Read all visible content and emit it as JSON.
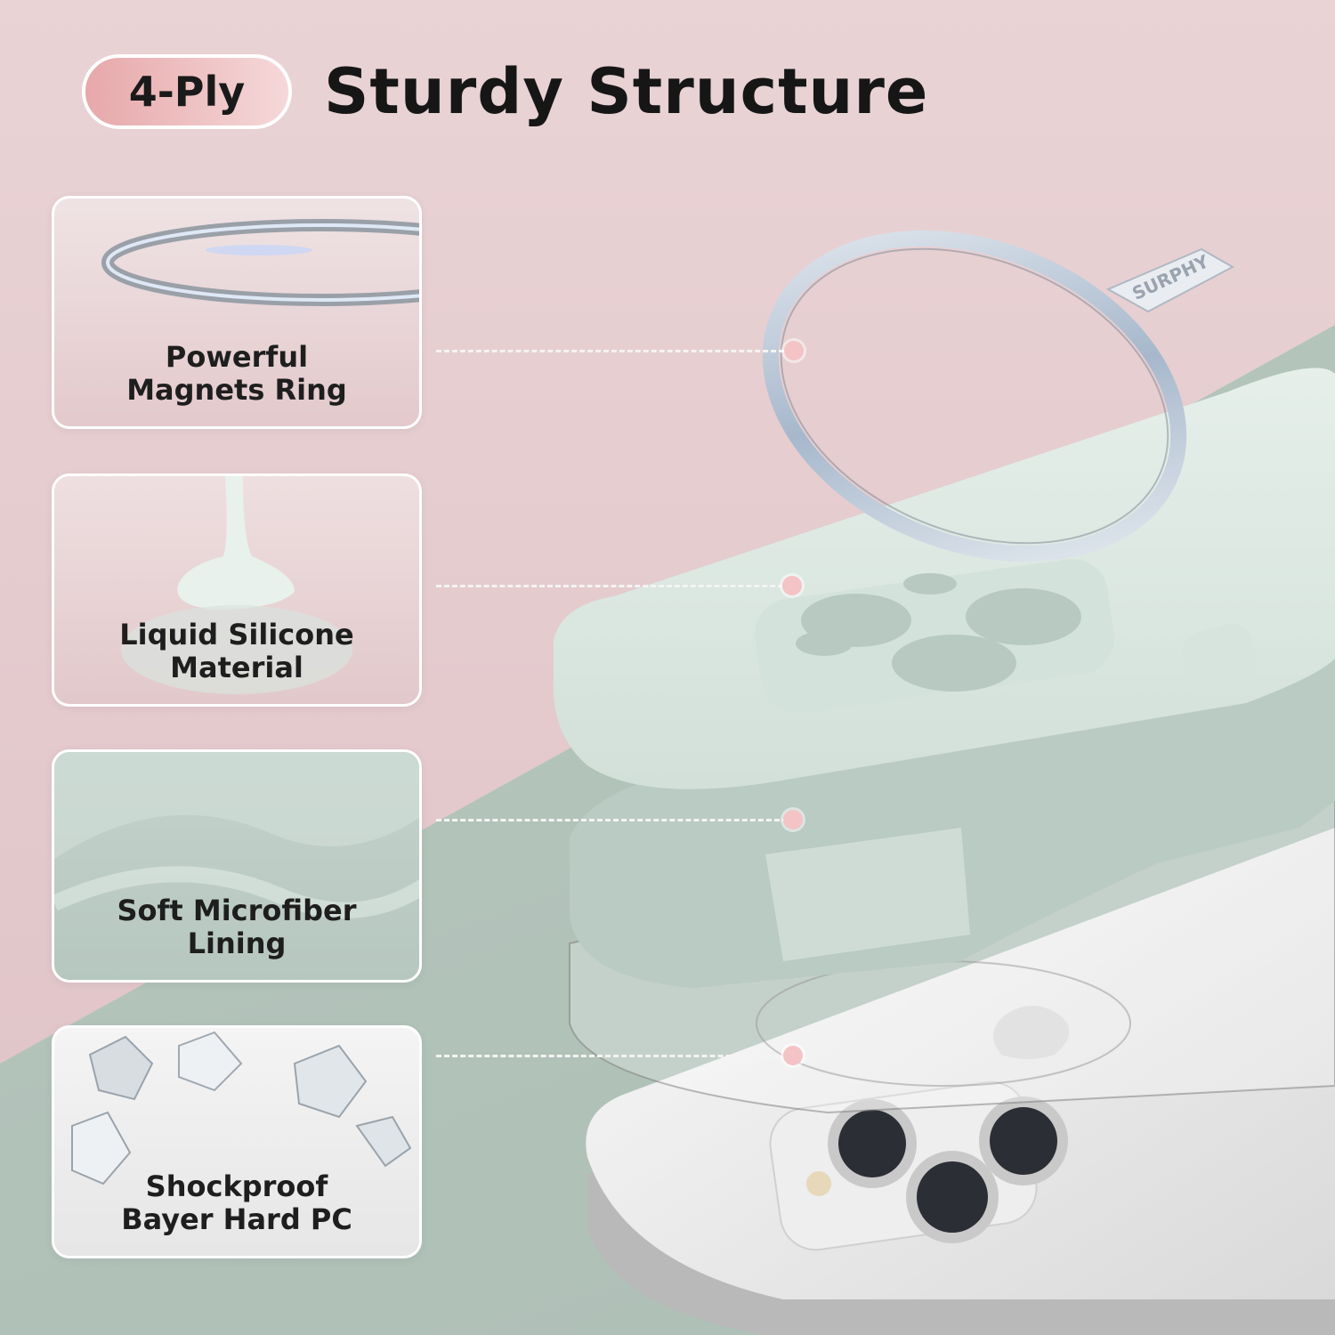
{
  "header": {
    "badge": "4-Ply",
    "title": "Sturdy Structure"
  },
  "features": [
    {
      "line1": "Powerful",
      "line2": "Magnets Ring"
    },
    {
      "line1": "Liquid Silicone",
      "line2": "Material"
    },
    {
      "line1": "Soft Microfiber",
      "line2": "Lining"
    },
    {
      "line1": "Shockproof",
      "line2": "Bayer Hard PC"
    }
  ],
  "ring_tab_text": "SURPHY",
  "colors": {
    "pink_bg": "#e6cdd0",
    "green_bg": "#b2c3ba",
    "accent_dot": "#f4c3c6",
    "case_mint": "#dde8e2"
  }
}
